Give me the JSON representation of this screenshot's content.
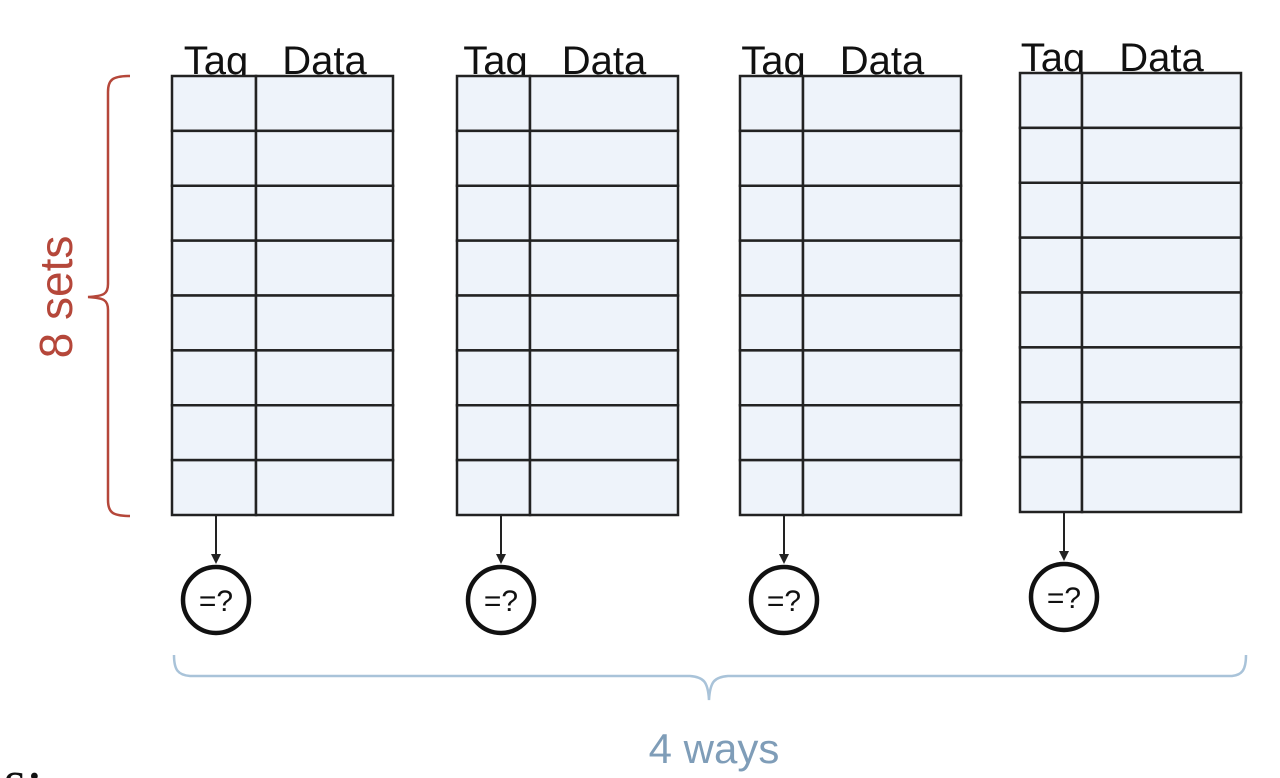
{
  "headers": {
    "tag": "Tag",
    "data": "Data"
  },
  "compare_label": "=?",
  "sets_label": "8 sets",
  "ways_label": "4 ways",
  "partial_text": "as:",
  "set_count": 8,
  "way_count": 4,
  "colors": {
    "cell_fill": "#eef3fa",
    "line": "#222222",
    "sets_brace": "#b5473a",
    "ways_brace": "#a9c3d9",
    "ways_text": "#7f9db8"
  }
}
